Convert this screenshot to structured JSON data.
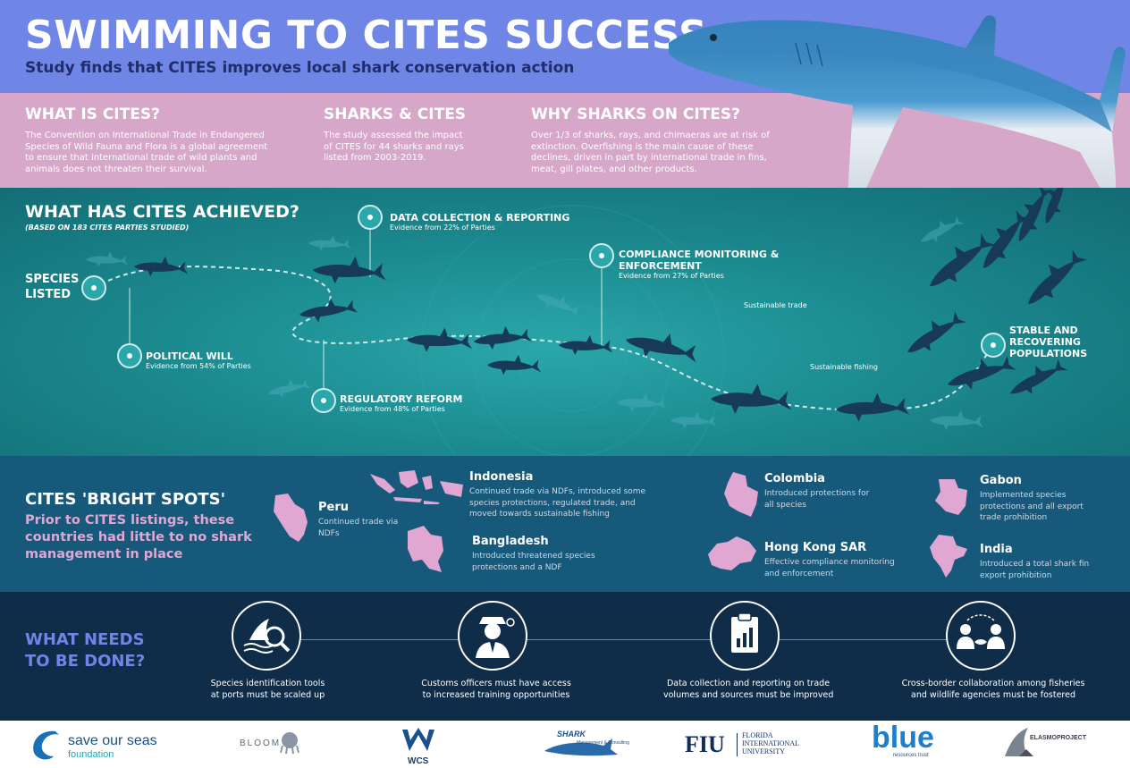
{
  "header": {
    "title": "SWIMMING TO CITES SUCCESS",
    "subtitle": "Study finds that CITES improves local shark conservation action"
  },
  "info": {
    "what_is": {
      "heading": "WHAT IS CITES?",
      "text": "The Convention on International Trade in Endangered Species of Wild Fauna and Flora is a global agreement to ensure that international trade of wild plants and animals does not threaten their survival."
    },
    "sharks": {
      "heading": "SHARKS & CITES",
      "text": "The study assessed the impact of CITES for 44 sharks and rays listed from 2003-2019."
    },
    "why": {
      "heading": "WHY SHARKS ON CITES?",
      "text": "Over 1/3 of sharks, rays, and chimaeras are at risk of extinction. Overfishing is the main cause of these declines, driven in part by international trade in fins, meat, gill plates, and other products."
    }
  },
  "achieved": {
    "title": "WHAT HAS CITES ACHIEVED?",
    "note": "(BASED ON 183 CITES PARTIES STUDIED)",
    "stages": {
      "species_listed": {
        "label": "SPECIES LISTED"
      },
      "political_will": {
        "label": "POLITICAL WILL",
        "evidence": "Evidence from 54% of Parties"
      },
      "regulatory_reform": {
        "label": "REGULATORY REFORM",
        "evidence": "Evidence from 48% of Parties"
      },
      "data_collection": {
        "label": "DATA COLLECTION & REPORTING",
        "evidence": "Evidence from 22% of Parties"
      },
      "compliance": {
        "label": "COMPLIANCE MONITORING & ENFORCEMENT",
        "evidence": "Evidence from 27% of Parties"
      },
      "stable": {
        "label": "STABLE AND RECOVERING POPULATIONS"
      }
    },
    "flow_labels": {
      "trade": "Sustainable trade",
      "fishing": "Sustainable fishing"
    }
  },
  "bright": {
    "title": "CITES 'BRIGHT SPOTS'",
    "subtitle": "Prior to CITES listings, these countries had little to no shark management in place",
    "countries": [
      {
        "name": "Peru",
        "desc": "Continued trade via NDFs"
      },
      {
        "name": "Indonesia",
        "desc": "Continued trade via NDFs, introduced some species protections, regulated trade, and moved towards sustainable fishing"
      },
      {
        "name": "Bangladesh",
        "desc": "Introduced threatened species protections and a NDF"
      },
      {
        "name": "Colombia",
        "desc": "Introduced protections for all species"
      },
      {
        "name": "Hong Kong SAR",
        "desc": "Effective compliance monitoring and enforcement"
      },
      {
        "name": "Gabon",
        "desc": "Implemented species protections and all export trade prohibition"
      },
      {
        "name": "India",
        "desc": "Introduced a total shark fin export prohibition"
      }
    ]
  },
  "needs": {
    "title": "WHAT NEEDS TO BE DONE?",
    "items": [
      {
        "icon": "shark-fin-magnifier-icon",
        "text_1": "Species identification tools",
        "text_2": "at ports must be scaled up"
      },
      {
        "icon": "customs-officer-icon",
        "text_1": "Customs officers must have access",
        "text_2": "to increased training opportunities"
      },
      {
        "icon": "clipboard-chart-icon",
        "text_1": "Data collection and reporting on trade",
        "text_2": "volumes and sources must be improved"
      },
      {
        "icon": "collaboration-icon",
        "text_1": "Cross-border collaboration among fisheries",
        "text_2": "and wildlife agencies must be fostered"
      }
    ]
  },
  "logos": {
    "sos_1": "save our seas",
    "sos_2": "foundation",
    "bloom": "BLOOM",
    "wcs": "WCS",
    "shark_1": "SHARK",
    "shark_2": "Management & Consulting",
    "fiu_mark": "FIU",
    "fiu_1": "FLORIDA",
    "fiu_2": "INTERNATIONAL",
    "fiu_3": "UNIVERSITY",
    "blue": "blue",
    "blue_sub": "resources trust",
    "elasmo": "ELASMOPROJECT"
  },
  "colors": {
    "header_bg": "#6f86e6",
    "info_bg": "#d6a7c9",
    "achieved_bg": "#1b8a8f",
    "bright_bg": "#16597a",
    "needs_bg": "#0f2c48",
    "accent_pink": "#e0a7d2",
    "shark_silhouette": "#163a57"
  }
}
